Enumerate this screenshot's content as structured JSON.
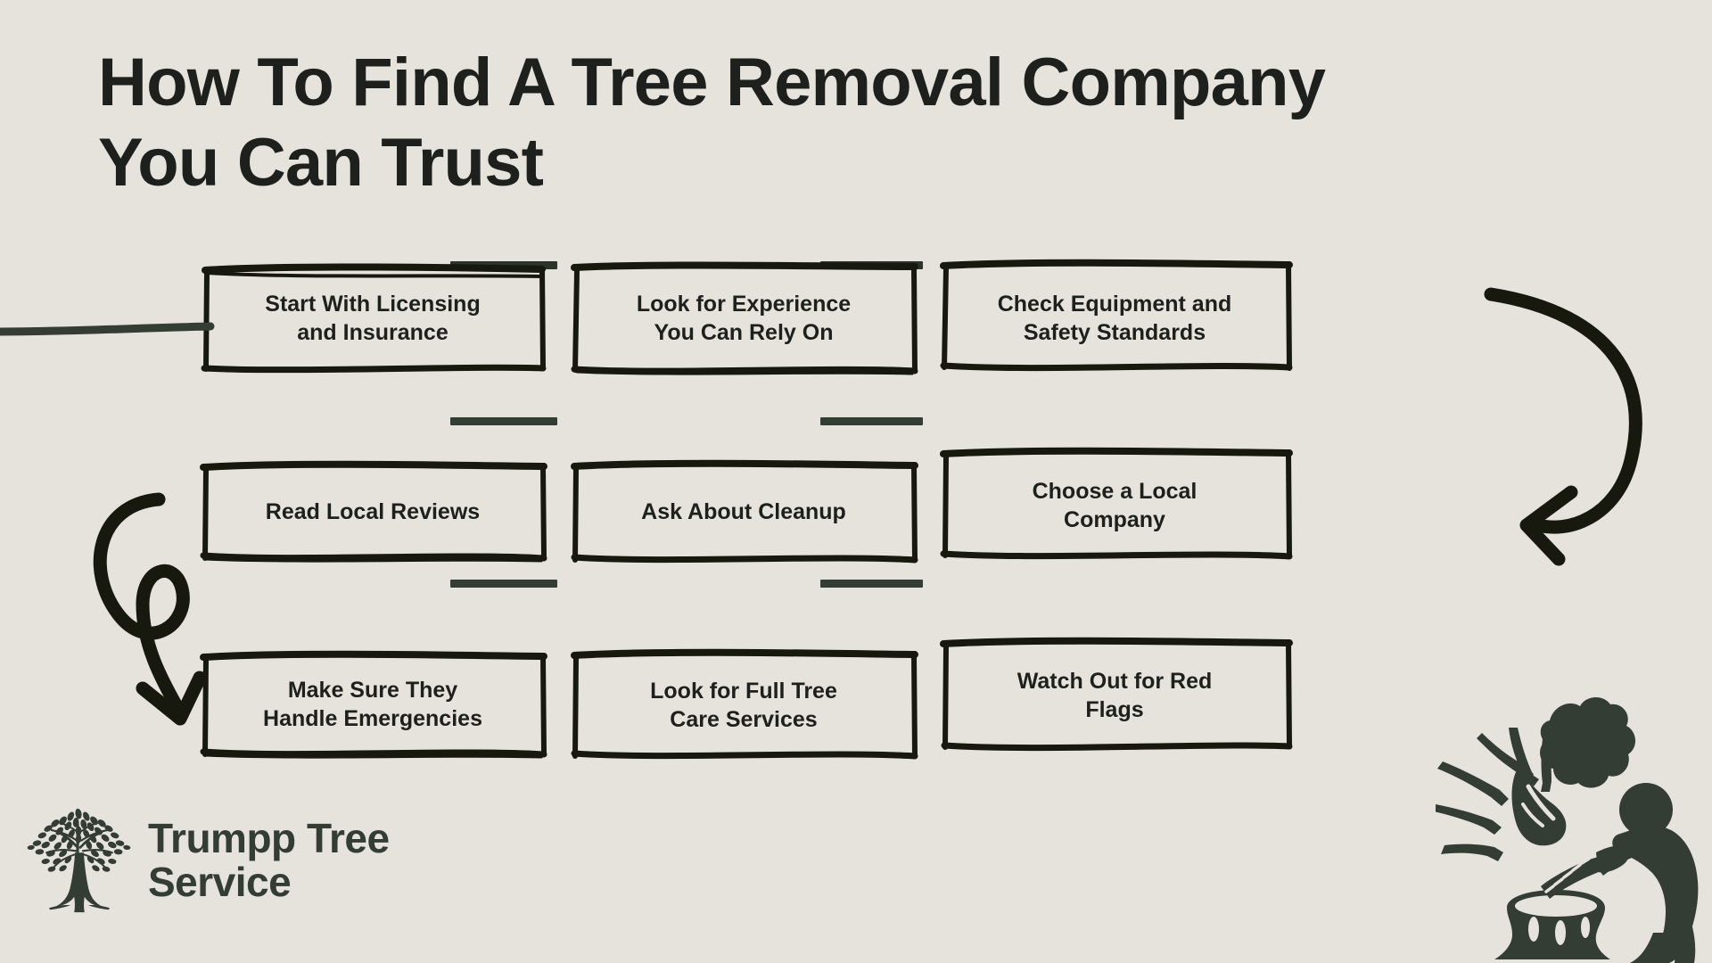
{
  "page": {
    "title": "How To Find A Tree Removal Company\nYou Can Trust",
    "background_color": "#e6e3dc",
    "ink_color": "#1e201e",
    "accent_color": "#333d33"
  },
  "flow": {
    "rows": [
      {
        "boxes": [
          {
            "id": "licensing",
            "label": "Start With Licensing\nand Insurance"
          },
          {
            "id": "experience",
            "label": "Look for Experience\nYou Can Rely On"
          },
          {
            "id": "equipment",
            "label": "Check Equipment and\nSafety Standards"
          }
        ]
      },
      {
        "boxes": [
          {
            "id": "reviews",
            "label": "Read Local Reviews"
          },
          {
            "id": "cleanup",
            "label": "Ask About Cleanup"
          },
          {
            "id": "local",
            "label": "Choose a Local\nCompany"
          }
        ]
      },
      {
        "boxes": [
          {
            "id": "emergencies",
            "label": "Make Sure They\nHandle Emergencies"
          },
          {
            "id": "fullcare",
            "label": "Look for Full Tree\nCare Services"
          },
          {
            "id": "redflags",
            "label": "Watch Out for Red\nFlags"
          }
        ]
      }
    ],
    "connectors": [
      {
        "id": "r1-c1",
        "name": "connector-licensing-to-experience"
      },
      {
        "id": "r1-c2",
        "name": "connector-experience-to-equipment"
      },
      {
        "id": "r2-c1",
        "name": "connector-reviews-to-cleanup"
      },
      {
        "id": "r2-c2",
        "name": "connector-cleanup-to-local"
      },
      {
        "id": "r3-c1",
        "name": "connector-emergencies-to-fullcare"
      },
      {
        "id": "r3-c2",
        "name": "connector-fullcare-to-redflags"
      }
    ],
    "arrows": [
      {
        "id": "arrow-right",
        "name": "curved-arrow-row1-to-row2"
      },
      {
        "id": "arrow-left",
        "name": "curved-arrow-row2-to-row3"
      },
      {
        "id": "lead-in",
        "name": "lead-in-line"
      }
    ]
  },
  "logo": {
    "brand": "Trumpp Tree\nService",
    "mark": "tree-icon",
    "color": "#333d33"
  },
  "illustration": {
    "name": "worker-cutting-tree-stump-with-chainsaw",
    "color": "#333d33"
  }
}
